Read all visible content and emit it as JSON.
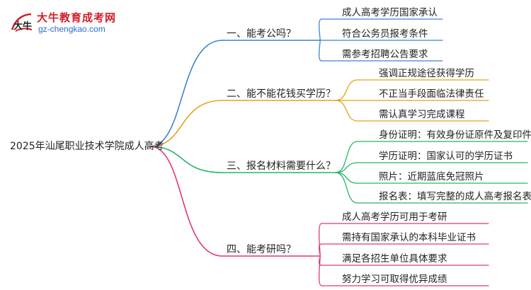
{
  "brand": {
    "name": "大牛教育成考网",
    "url": "gz-chengkao.com",
    "logo_text": "大牛"
  },
  "root": "2025年汕尾职业技术学院成人高考",
  "branches": [
    {
      "label": "一、能考公吗？",
      "color": "#3b82d6",
      "leaves": [
        "成人高考学历国家承认",
        "符合公务员报考条件",
        "需参考招聘公告要求"
      ]
    },
    {
      "label": "二、能不能花钱买学历？",
      "color": "#e3a21a",
      "leaves": [
        "强调正规途径获得学历",
        "不正当手段面临法律责任",
        "需认真学习完成课程"
      ]
    },
    {
      "label": "三、报名材料需要什么？",
      "color": "#27b36b",
      "leaves": [
        "身份证明：有效身份证原件及复印件",
        "学历证明：国家认可的学历证书",
        "照片：近期蓝底免冠照片",
        "报名表：填写完整的成人高考报名表"
      ]
    },
    {
      "label": "四、能考研吗？",
      "color": "#e0367c",
      "leaves": [
        "成人高考学历可用于考研",
        "需持有国家承认的本科毕业证书",
        "满足各招生单位具体要求",
        "努力学习可取得优异成绩"
      ]
    }
  ]
}
